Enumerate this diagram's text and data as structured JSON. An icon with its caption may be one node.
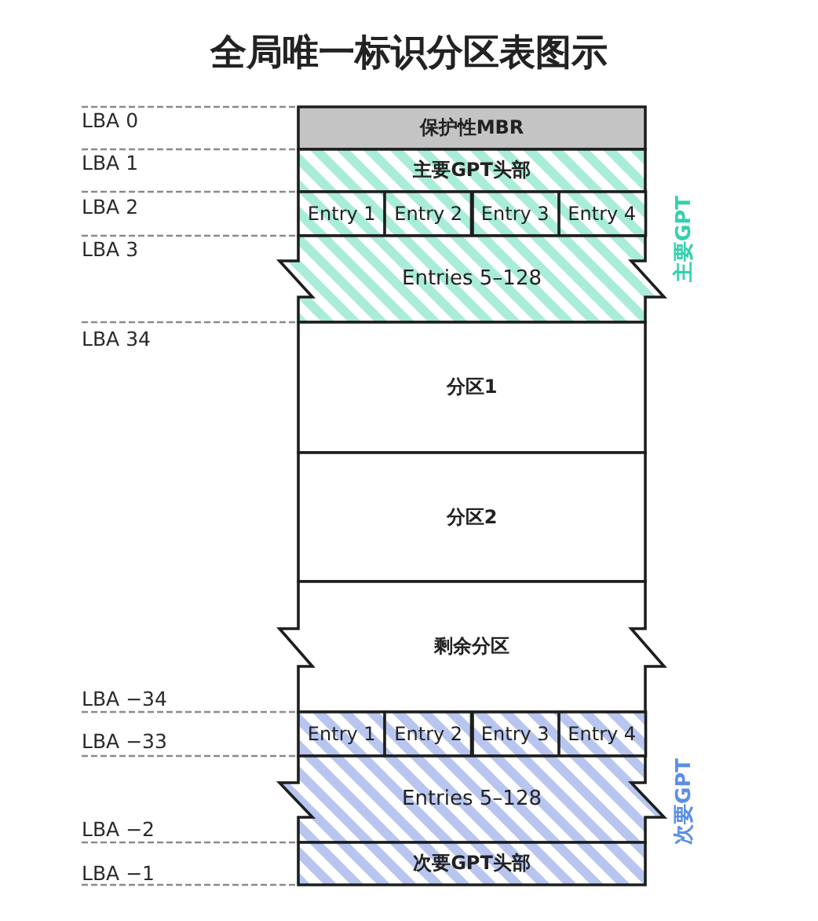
{
  "diagram": {
    "title": "全局唯一标识分区表图示",
    "nodes": [
      {
        "text": [
          "保护性MBR"
        ]
      },
      {
        "text": [
          "主要GPT头部"
        ]
      },
      {
        "text": [
          "Entry 1"
        ]
      },
      {
        "text": [
          "Entry 2"
        ]
      },
      {
        "text": [
          "Entry 3"
        ]
      },
      {
        "text": [
          "Entry 4"
        ]
      },
      {
        "text": [
          "Entries 5–128"
        ]
      },
      {
        "text": [
          "分区1"
        ]
      },
      {
        "text": [
          "分区2"
        ]
      },
      {
        "text": [
          "剩余分区"
        ]
      },
      {
        "text": [
          "Entry 1"
        ]
      },
      {
        "text": [
          "Entry 2"
        ]
      },
      {
        "text": [
          "Entry 3"
        ]
      },
      {
        "text": [
          "Entry 4"
        ]
      },
      {
        "text": [
          "Entries 5–128"
        ]
      },
      {
        "text": [
          "次要GPT头部"
        ]
      }
    ],
    "labels": [
      "LBA 0",
      "LBA 1",
      "LBA 2",
      "LBA 3",
      "主要GPT",
      "LBA 34",
      "LBA −34",
      "LBA −33",
      "次要GPT",
      "LBA −2",
      "LBA −1"
    ]
  }
}
